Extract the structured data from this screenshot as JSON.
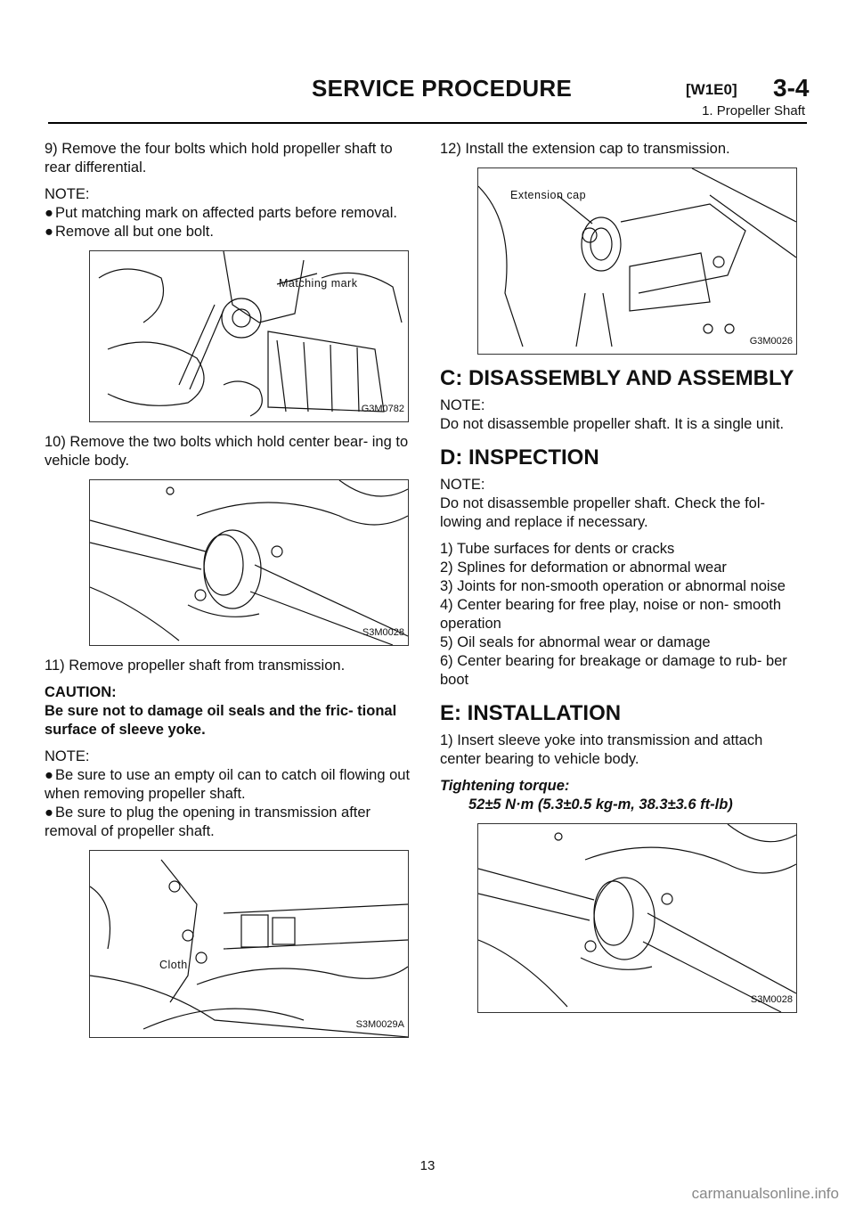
{
  "header": {
    "title": "SERVICE PROCEDURE",
    "code": "[W1E0]",
    "section": "3-4",
    "subtitle": "1. Propeller Shaft"
  },
  "left": {
    "step9": "9) Remove the four bolts which hold propeller shaft to rear differential.",
    "note1_label": "NOTE:",
    "note1_items": [
      "Put matching mark on affected parts before removal.",
      "Remove all but one bolt."
    ],
    "fig1_callout": "Matching mark",
    "fig1_id": "G3M0782",
    "step10": "10) Remove the two bolts which hold center bear- ing to vehicle body.",
    "fig2_id": "S3M0028",
    "step11": "11) Remove propeller shaft from transmission.",
    "caution_label": "CAUTION:",
    "caution_text": "Be sure not to damage oil seals and the fric- tional surface of sleeve yoke.",
    "note2_label": "NOTE:",
    "note2_items": [
      "Be sure to use an empty oil can to catch oil flowing out when removing propeller shaft.",
      "Be sure to plug the opening in transmission after removal of propeller shaft."
    ],
    "fig3_callout": "Cloth",
    "fig3_id": "S3M0029A"
  },
  "right": {
    "step12": "12) Install the extension cap to transmission.",
    "fig4_callout": "Extension cap",
    "fig4_id": "G3M0026",
    "sectionC_title": "C: DISASSEMBLY AND ASSEMBLY",
    "sectionC_note_label": "NOTE:",
    "sectionC_note": "Do not disassemble propeller shaft. It is a single unit.",
    "sectionD_title": "D: INSPECTION",
    "sectionD_note_label": "NOTE:",
    "sectionD_note": "Do not disassemble propeller shaft. Check the fol- lowing and replace if necessary.",
    "sectionD_items": [
      "1) Tube surfaces for dents or cracks",
      "2) Splines for deformation or abnormal wear",
      "3) Joints for non-smooth operation or abnormal noise",
      "4) Center bearing for free play, noise or non- smooth operation",
      "5) Oil seals for abnormal wear or damage",
      "6) Center bearing for breakage or damage to rub- ber boot"
    ],
    "sectionE_title": "E: INSTALLATION",
    "sectionE_step1": "1) Insert sleeve yoke into transmission and attach center bearing to vehicle body.",
    "torque_label": "Tightening torque:",
    "torque_value": "52±5 N·m (5.3±0.5 kg-m, 38.3±3.6 ft-lb)",
    "fig5_id": "S3M0028"
  },
  "footer": {
    "page_number": "13",
    "watermark": "carmanualsonline.info"
  }
}
